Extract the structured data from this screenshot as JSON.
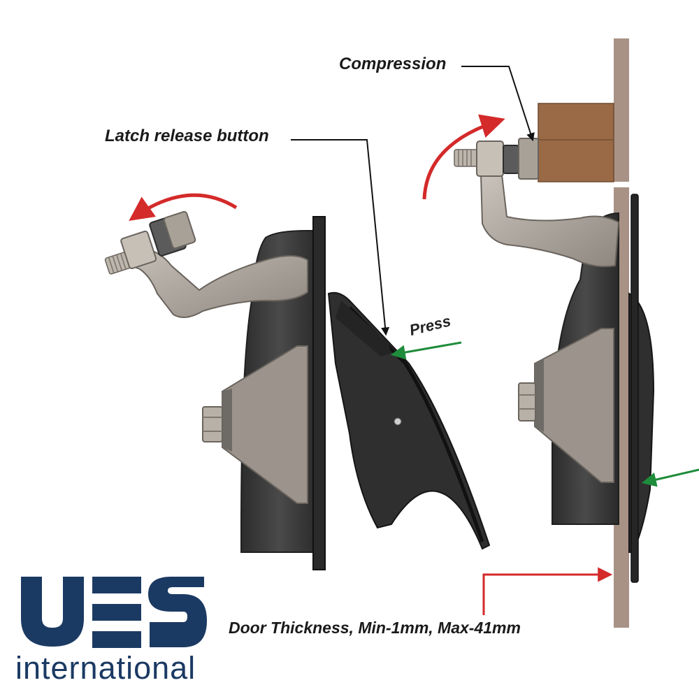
{
  "labels": {
    "compression": "Compression",
    "latch_release": "Latch release button",
    "press": "Press",
    "door_thickness": "Door Thickness, Min-1mm, Max-41mm"
  },
  "brand": {
    "logo_letters": "UES",
    "word": "international",
    "color": "#1b3a63"
  },
  "colors": {
    "body_dark": "#3a3a3a",
    "metal": "#a19a92",
    "door_panel": "#a89285",
    "compression_block": "#9a6a46",
    "arrow_red": "#d42a2a",
    "arrow_green": "#1e8c3a"
  }
}
